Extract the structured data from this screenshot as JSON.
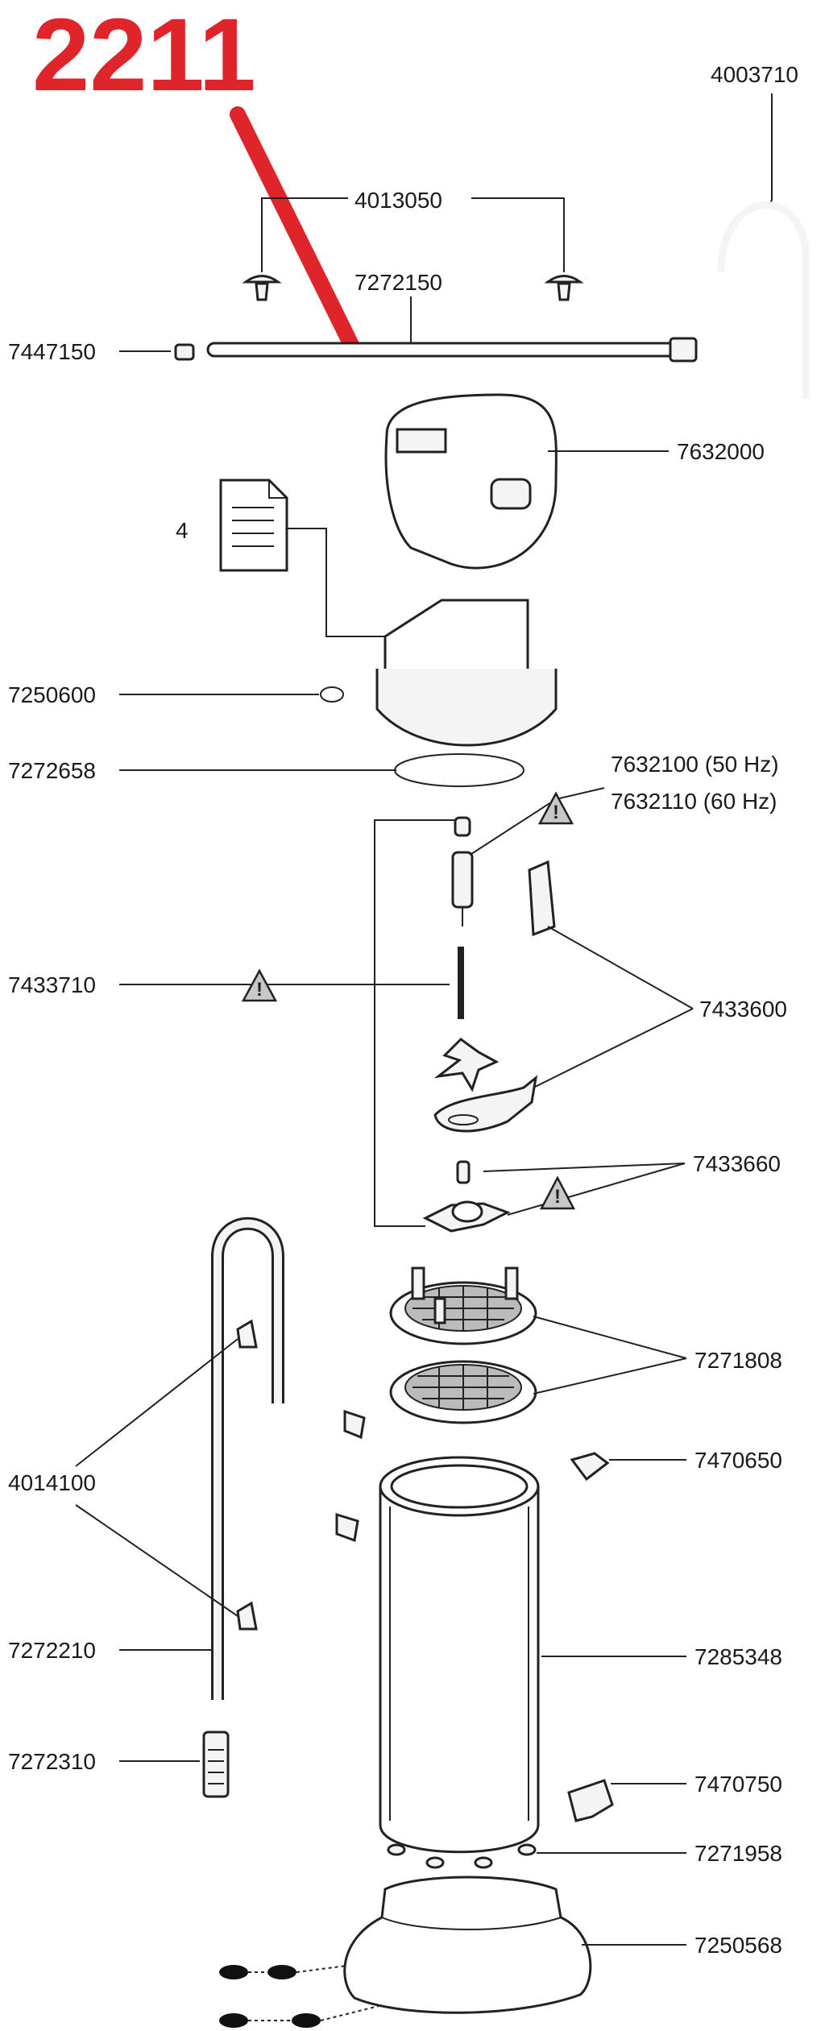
{
  "title": "2211",
  "doc_count": "4",
  "parts": {
    "p4003710": "4003710",
    "p4013050": "4013050",
    "p7272150": "7272150",
    "p7447150": "7447150",
    "p7632000": "7632000",
    "p7250600": "7250600",
    "p7272658": "7272658",
    "p7632100": "7632100 (50 Hz)",
    "p7632110": "7632110 (60 Hz)",
    "p7433710": "7433710",
    "p7433600": "7433600",
    "p7433660": "7433660",
    "p7271808": "7271808",
    "p4014100": "4014100",
    "p7470650": "7470650",
    "p7272210": "7272210",
    "p7285348": "7285348",
    "p7272310": "7272310",
    "p7470750": "7470750",
    "p7271958": "7271958",
    "p7250568": "7250568"
  },
  "warning_mark": "!",
  "colors": {
    "title": "#e0252a",
    "pointer": "#e0252a"
  }
}
